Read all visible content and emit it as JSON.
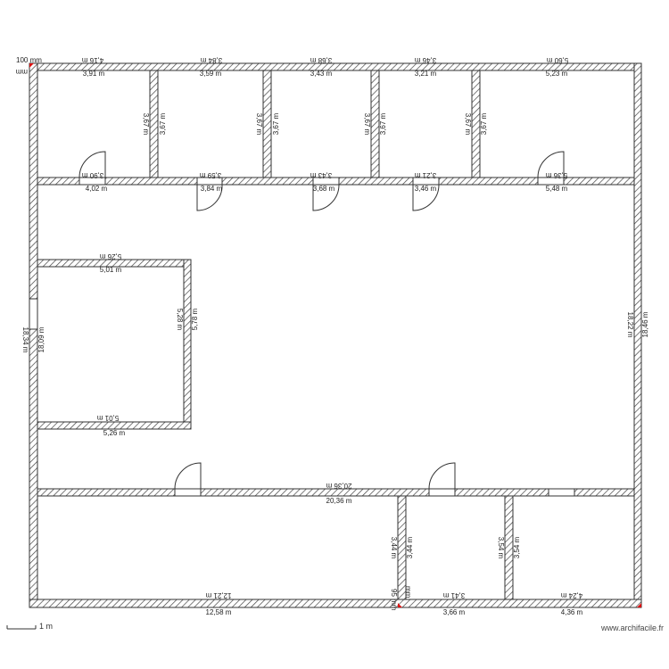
{
  "scale_label": "1 m",
  "watermark": "www.archifacile.fr",
  "corner_labels": {
    "top_left_a": "100 mm",
    "top_left_b": "mm",
    "bottom_a": "95 mm",
    "bottom_b": "mm"
  },
  "dimensions": {
    "top_outer": [
      "4,16 m",
      "3,84 m",
      "3,68 m",
      "3,46 m",
      "5,60 m"
    ],
    "top_inner": [
      "3,91 m",
      "3,59 m",
      "3,43 m",
      "3,21 m",
      "5,23 m"
    ],
    "room_heights": [
      "3,67 m",
      "3,67 m",
      "3,67 m",
      "3,67 m",
      "3,67 m",
      "3,67 m",
      "3,67 m",
      "3,67 m"
    ],
    "corridor_top_inner": [
      "3,90 m",
      "3,59 m",
      "3,43 m",
      "3,21 m",
      "5,36 m"
    ],
    "corridor_top_outer": [
      "4,02 m",
      "3,84 m",
      "3,68 m",
      "3,46 m",
      "5,48 m"
    ],
    "inner_room_top_outer": "5,26 m",
    "inner_room_top_inner": "5,01 m",
    "inner_room_right_inner": "5,28 m",
    "inner_room_right_outer": "5,78 m",
    "inner_room_bottom_inner": "5,01 m",
    "inner_room_bottom_outer": "5,26 m",
    "left_outer": "18,34 m",
    "left_inner": "18,09 m",
    "right_inner": "18,22 m",
    "right_outer": "18,46 m",
    "mid_wall_top": "20,36 m",
    "mid_wall_bottom": "20,36 m",
    "bottom_room_heights": [
      "3,44 m",
      "3,44 m",
      "3,54 m",
      "3,54 m"
    ],
    "bottom_inner": [
      "12,21 m",
      "3,41 m",
      "4,24 m"
    ],
    "bottom_outer": [
      "12,58 m",
      "3,66 m",
      "4,36 m"
    ]
  }
}
